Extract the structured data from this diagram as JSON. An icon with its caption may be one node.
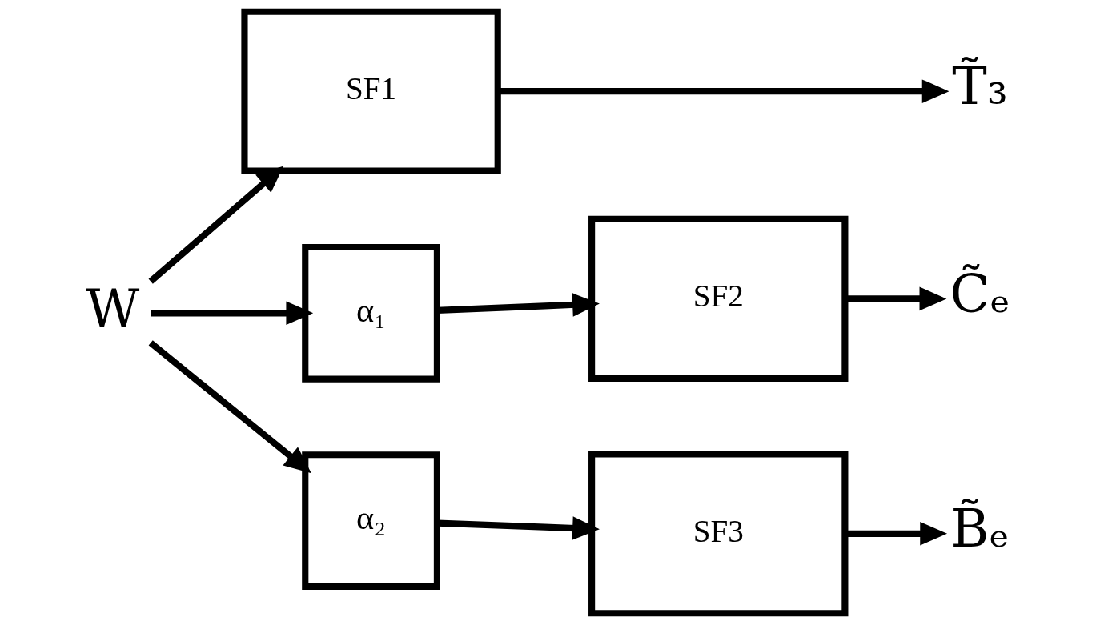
{
  "diagram": {
    "nodes": [
      {
        "text": [
          "W"
        ]
      },
      {
        "text": [
          "SF1"
        ]
      },
      {
        "text": [
          "α₁"
        ]
      },
      {
        "text": [
          "SF2"
        ]
      },
      {
        "text": [
          "α₂"
        ]
      },
      {
        "text": [
          "SF3"
        ]
      },
      {
        "text": [
          "T̃₃"
        ]
      },
      {
        "text": [
          "C̃ₑ"
        ]
      },
      {
        "text": [
          "B̃ₑ"
        ]
      }
    ],
    "edges": [
      {
        "from": 0,
        "to": 1,
        "arrow": "to"
      },
      {
        "from": 0,
        "to": 2,
        "arrow": "to"
      },
      {
        "from": 0,
        "to": 4,
        "arrow": "to"
      },
      {
        "from": 1,
        "to": 6,
        "arrow": "to"
      },
      {
        "from": 2,
        "to": 3,
        "arrow": "to"
      },
      {
        "from": 3,
        "to": 7,
        "arrow": "to"
      },
      {
        "from": 4,
        "to": 5,
        "arrow": "to"
      },
      {
        "from": 5,
        "to": 8,
        "arrow": "to"
      }
    ]
  }
}
